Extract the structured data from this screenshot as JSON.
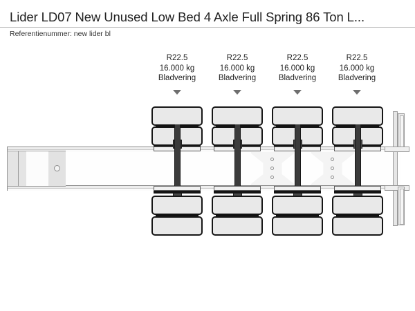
{
  "header": {
    "title": "Lider LD07 New Unused Low Bed 4 Axle Full Spring 86 Ton L...",
    "reference_label": "Referentienummer: new lider bl"
  },
  "diagram": {
    "kind": "low-bed-semi-trailer-side-view",
    "axle_count": 4,
    "axles": [
      {
        "tyre_size": "R22.5",
        "capacity": "16.000 kg",
        "suspension": "Bladvering"
      },
      {
        "tyre_size": "R22.5",
        "capacity": "16.000 kg",
        "suspension": "Bladvering"
      },
      {
        "tyre_size": "R22.5",
        "capacity": "16.000 kg",
        "suspension": "Bladvering"
      },
      {
        "tyre_size": "R22.5",
        "capacity": "16.000 kg",
        "suspension": "Bladvering"
      }
    ],
    "marker_icon": "triangle-down-icon"
  },
  "colors": {
    "page_background": "#ffffff",
    "text": "#222222",
    "rule": "#bdbdbd",
    "marker": "#6e6e6e",
    "tyre_fill": "#e9e9e9",
    "tyre_outline": "#161616",
    "axle_shaft": "#3b3b3b",
    "chassis_fill": "#ededed",
    "chassis_outline": "#9a9a9a"
  }
}
